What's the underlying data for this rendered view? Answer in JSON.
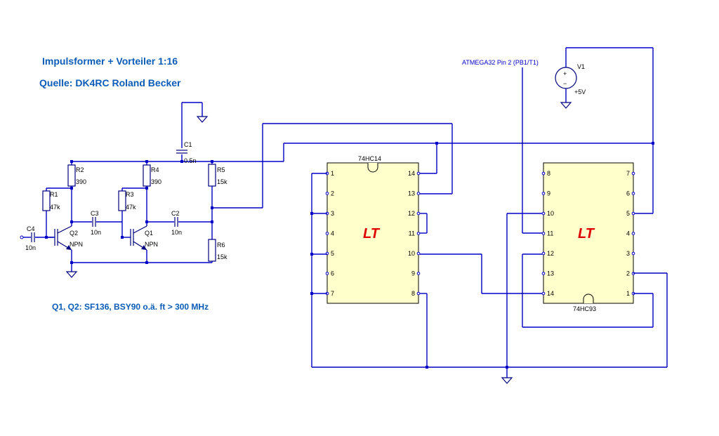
{
  "title": "Impulsformer + Vorteiler 1:16",
  "source": "Quelle: DK4RC Roland Becker",
  "note": "Q1, Q2: SF136, BSY90 o.ä.  ft > 300 MHz",
  "net_label": "ATMEGA32 Pin 2 (PB1/T1)",
  "components": {
    "c1": {
      "ref": "C1",
      "value": "0.5n"
    },
    "c2": {
      "ref": "C2",
      "value": "10n"
    },
    "c3": {
      "ref": "C3",
      "value": "10n"
    },
    "c4": {
      "ref": "C4",
      "value": "10n"
    },
    "r1": {
      "ref": "R1",
      "value": "47k"
    },
    "r2": {
      "ref": "R2",
      "value": "390"
    },
    "r3": {
      "ref": "R3",
      "value": "47k"
    },
    "r4": {
      "ref": "R4",
      "value": "390"
    },
    "r5": {
      "ref": "R5",
      "value": "15k"
    },
    "r6": {
      "ref": "R6",
      "value": "15k"
    },
    "q1": {
      "ref": "Q1",
      "value": "NPN"
    },
    "q2": {
      "ref": "Q2",
      "value": "NPN"
    },
    "v1": {
      "ref": "V1",
      "value": "+5V",
      "plus": "+",
      "minus": "−"
    }
  },
  "ic1": {
    "name": "74HC14",
    "logo": "LT",
    "left_pins": [
      "1",
      "2",
      "3",
      "4",
      "5",
      "6",
      "7"
    ],
    "right_pins": [
      "14",
      "13",
      "12",
      "11",
      "10",
      "9",
      "8"
    ]
  },
  "ic2": {
    "name": "74HC93",
    "logo": "LT",
    "left_pins": [
      "8",
      "9",
      "10",
      "11",
      "12",
      "13",
      "14"
    ],
    "right_pins": [
      "7",
      "6",
      "5",
      "4",
      "3",
      "2",
      "1"
    ]
  }
}
